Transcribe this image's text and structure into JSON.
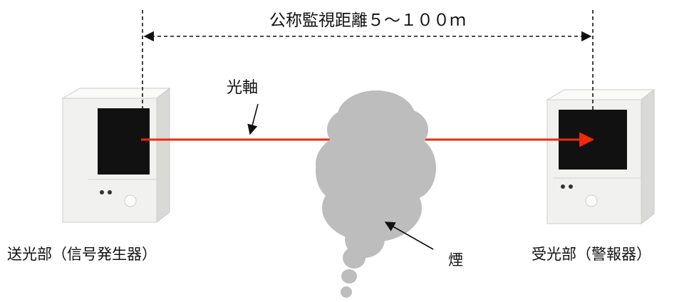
{
  "labels": {
    "distance": "公称監視距離５～１００ｍ",
    "optical_axis": "光軸",
    "transmitter": "送光部（信号発生器）",
    "receiver": "受光部（警報器）",
    "smoke": "煙"
  },
  "colors": {
    "beam": "#ee2a0a",
    "smoke": "#bdbdbd",
    "housing_front": "#f1f1ef",
    "housing_side": "#d9d9d6",
    "housing_top": "#fafaf8",
    "lens": "#111111",
    "text": "#111111"
  },
  "icons": {
    "transmitter": "light-transmitter-unit-icon",
    "receiver": "light-receiver-unit-icon",
    "smoke": "smoke-cloud-icon"
  }
}
